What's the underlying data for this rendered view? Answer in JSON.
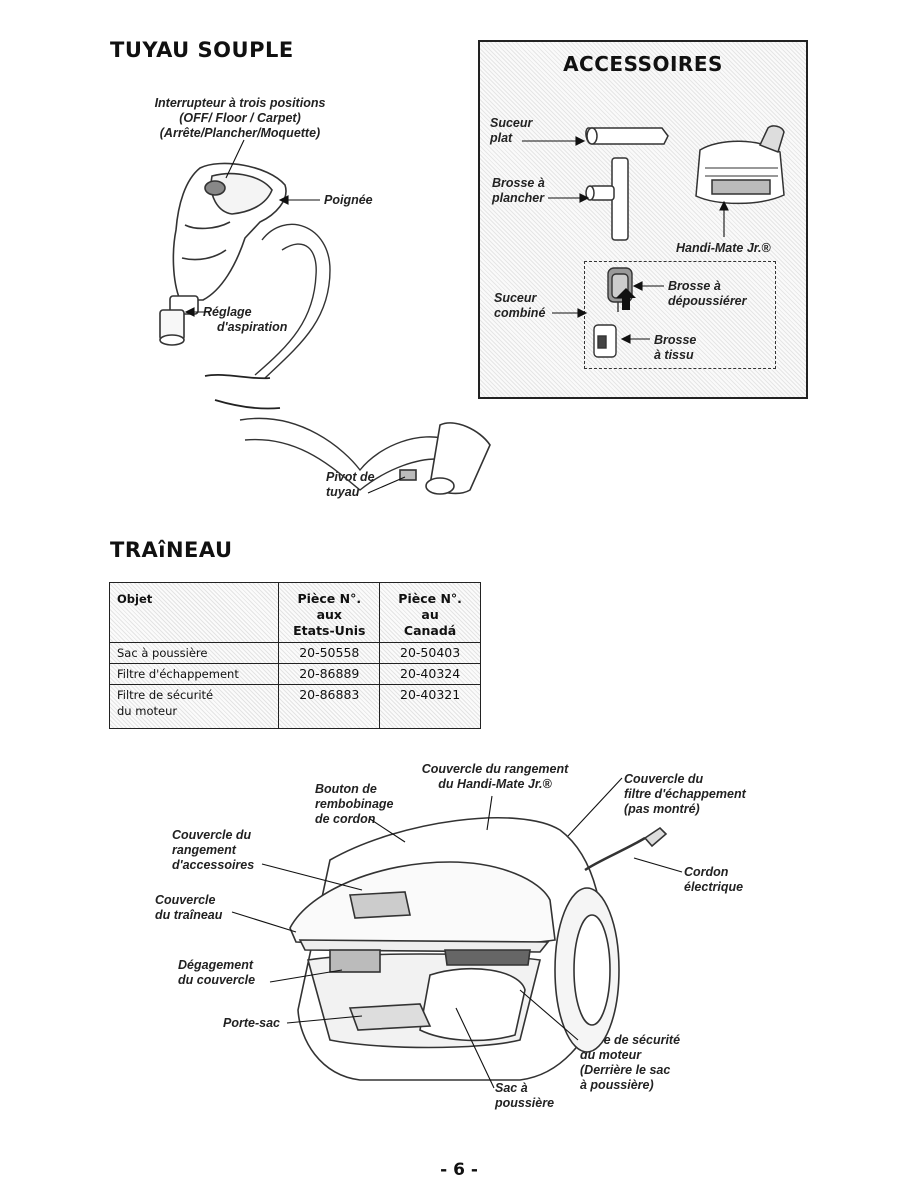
{
  "hose_section": {
    "title": "TUYAU SOUPLE",
    "switch_label": [
      "Interrupteur à trois positions",
      "(OFF/ Floor / Carpet)",
      "(Arrête/Plancher/Moquette)"
    ],
    "handle_label": "Poignée",
    "suction_label": [
      "Réglage",
      "d'aspiration"
    ],
    "pivot_label": [
      "Pivot de",
      "tuyau"
    ]
  },
  "accessories": {
    "title": "ACCESSOIRES",
    "crevice_tool": [
      "Suceur",
      "plat"
    ],
    "floor_brush": [
      "Brosse à",
      "plancher"
    ],
    "handi_mate": "Handi-Mate Jr.®",
    "combo_tool": [
      "Suceur",
      "combiné"
    ],
    "dusting_brush": [
      "Brosse à",
      "dépoussiérer"
    ],
    "fabric_brush": [
      "Brosse",
      "à tissu"
    ]
  },
  "canister_section": {
    "title": "TRAîNEAU",
    "table": {
      "headers": [
        [
          "Objet"
        ],
        [
          "Pièce N°.",
          "aux",
          "Etats-Unis"
        ],
        [
          "Pièce N°.",
          "au",
          "Canadá"
        ]
      ],
      "rows": [
        {
          "item": [
            "Sac à poussière"
          ],
          "us": "20-50558",
          "ca": "20-50403"
        },
        {
          "item": [
            "Filtre d'échappement"
          ],
          "us": "20-86889",
          "ca": "20-40324"
        },
        {
          "item": [
            "Filtre de sécurité",
            "du moteur"
          ],
          "us": "20-86883",
          "ca": "20-40321"
        }
      ]
    },
    "labels": {
      "handi_storage": [
        "Couvercle du rangement",
        "du Handi-Mate Jr.®"
      ],
      "cord_rewind": [
        "Bouton de",
        "rembobinage",
        "de cordon"
      ],
      "exhaust_cover": [
        "Couvercle du",
        "filtre d'échappement",
        "(pas montré)"
      ],
      "accessory_cover": [
        "Couvercle du",
        "rangement",
        "d'accessoires"
      ],
      "power_cord": [
        "Cordon",
        "électrique"
      ],
      "canister_cover": [
        "Couvercle",
        "du traîneau"
      ],
      "cover_release": [
        "Dégagement",
        "du couvercle"
      ],
      "bag_holder": "Porte-sac",
      "motor_filter": [
        "Filtre de sécurité",
        "du moteur",
        "(Derrière le sac",
        "à poussière)"
      ],
      "dust_bag": [
        "Sac à",
        "poussière"
      ]
    }
  },
  "page_number": "- 6 -"
}
